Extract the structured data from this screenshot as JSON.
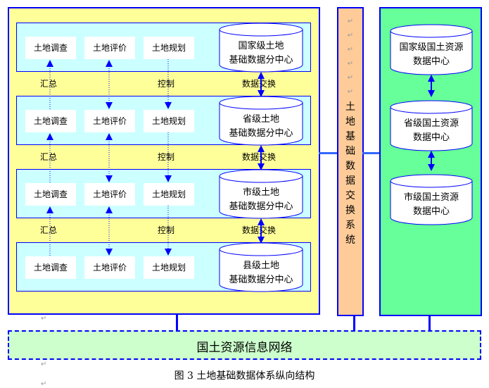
{
  "land_hierarchy": {
    "levels": [
      {
        "functions": [
          "土地调查",
          "土地评价",
          "土地规划"
        ],
        "center_line1": "国家级土地",
        "center_line2": "基础数据分中心"
      },
      {
        "functions": [
          "土地调查",
          "土地评价",
          "土地规划"
        ],
        "center_line1": "省级土地",
        "center_line2": "基础数据分中心"
      },
      {
        "functions": [
          "土地调查",
          "土地评价",
          "土地规划"
        ],
        "center_line1": "市级土地",
        "center_line2": "基础数据分中心"
      },
      {
        "functions": [
          "土地调查",
          "土地评价",
          "土地规划"
        ],
        "center_line1": "县级土地",
        "center_line2": "基础数据分中心"
      }
    ],
    "between_labels": [
      {
        "summary": "汇总",
        "control": "控制",
        "exchange": "数据交换"
      },
      {
        "summary": "汇总",
        "control": "控制",
        "exchange": "数据交换"
      },
      {
        "summary": "汇总",
        "control": "控制",
        "exchange": "数据交换"
      }
    ]
  },
  "exchange_system": {
    "chars": [
      "土",
      "地",
      "基",
      "础",
      "数",
      "据",
      "交",
      "换",
      "系",
      "统"
    ]
  },
  "resource_centers": [
    {
      "line1": "国家级国土资源",
      "line2": "数据中心"
    },
    {
      "line1": "省级国土资源",
      "line2": "数据中心"
    },
    {
      "line1": "市级国土资源",
      "line2": "数据中心"
    }
  ],
  "network": {
    "label": "国土资源信息网络"
  },
  "caption": "图 3  土地基础数据体系纵向结构",
  "colors": {
    "border": "#0000ff",
    "land_area": "#ffff99",
    "level_panel": "#ccffff",
    "exchange_column": "#ffcc99",
    "resource_area": "#66ff99",
    "network": "#ccffcc",
    "connector": "#3366ff"
  }
}
